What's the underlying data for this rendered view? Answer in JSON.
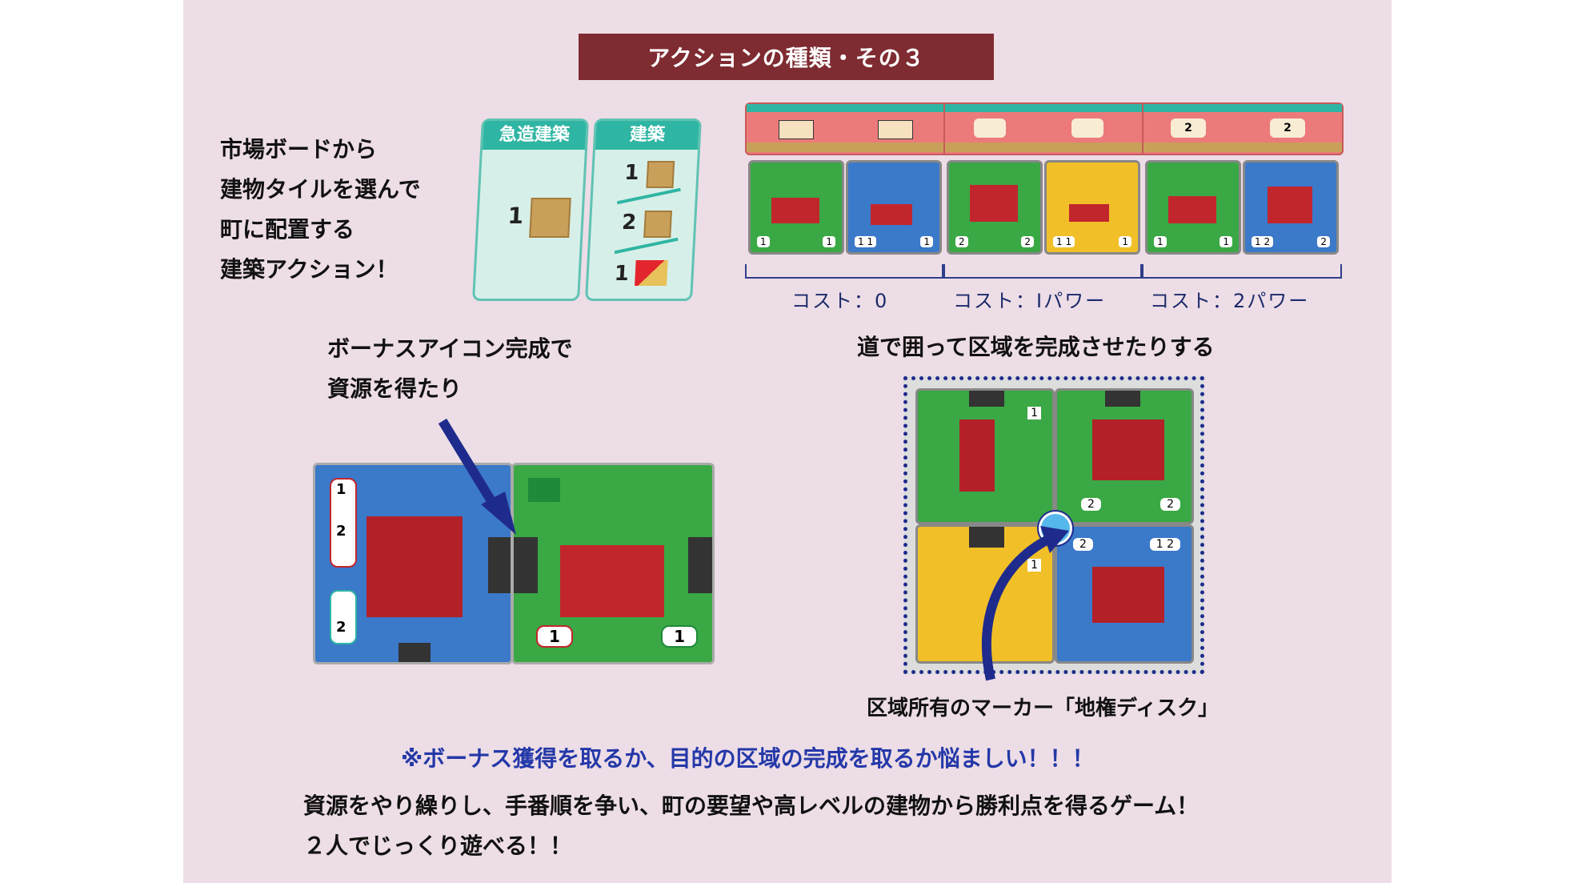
{
  "title": "アクションの種類・その３",
  "intro": {
    "lines": [
      "市場ボードから",
      "建物タイルを選んで",
      "町に配置する",
      "建築アクション！"
    ]
  },
  "cards": {
    "rush": {
      "label": "急造建築",
      "cost": "1"
    },
    "build": {
      "label": "建築",
      "costs": [
        "1",
        "2",
        "1"
      ]
    }
  },
  "market": {
    "costs": [
      "コスト：0",
      "コスト：Ⅰパワー",
      "コスト：2パワー"
    ],
    "power_values": [
      "2",
      "2"
    ],
    "tile_labels": [
      {
        "left": "1",
        "right": "1"
      },
      {
        "left": "1 1",
        "right": "1"
      },
      {
        "left": "2",
        "right": "2"
      },
      {
        "left": "1 1",
        "right": "1"
      },
      {
        "left": "1",
        "right": "1"
      },
      {
        "left": "1 2",
        "right": "2"
      }
    ]
  },
  "bonus": {
    "caption_line1": "ボーナスアイコン完成で",
    "caption_line2": "資源を得たり",
    "left_tile": {
      "top": "1",
      "mid": "2",
      "bottom": "2"
    },
    "right_tile": {
      "left": "1",
      "right": "1"
    }
  },
  "district": {
    "caption": "道で囲って区域を完成させたりする",
    "marker_caption": "区域所有のマーカー「地権ディスク」",
    "labels": {
      "a": "1",
      "b": "2",
      "c": "2",
      "d": "1",
      "e": "2",
      "f": "1 2"
    }
  },
  "footer": {
    "note": "※ボーナス獲得を取るか、目的の区域の完成を取るか悩ましい！！！",
    "line1": "資源をやり繰りし、手番順を争い、町の要望や高レベルの建物から勝利点を得るゲーム！",
    "line2": "２人でじっくり遊べる！！"
  },
  "colors": {
    "title_bg": "#7e2b31",
    "teal": "#2fb5a3",
    "green": "#3aa844",
    "blue": "#3b79c9",
    "yellow": "#f1bf28",
    "red": "#c2262d",
    "navy": "#2438a8"
  }
}
